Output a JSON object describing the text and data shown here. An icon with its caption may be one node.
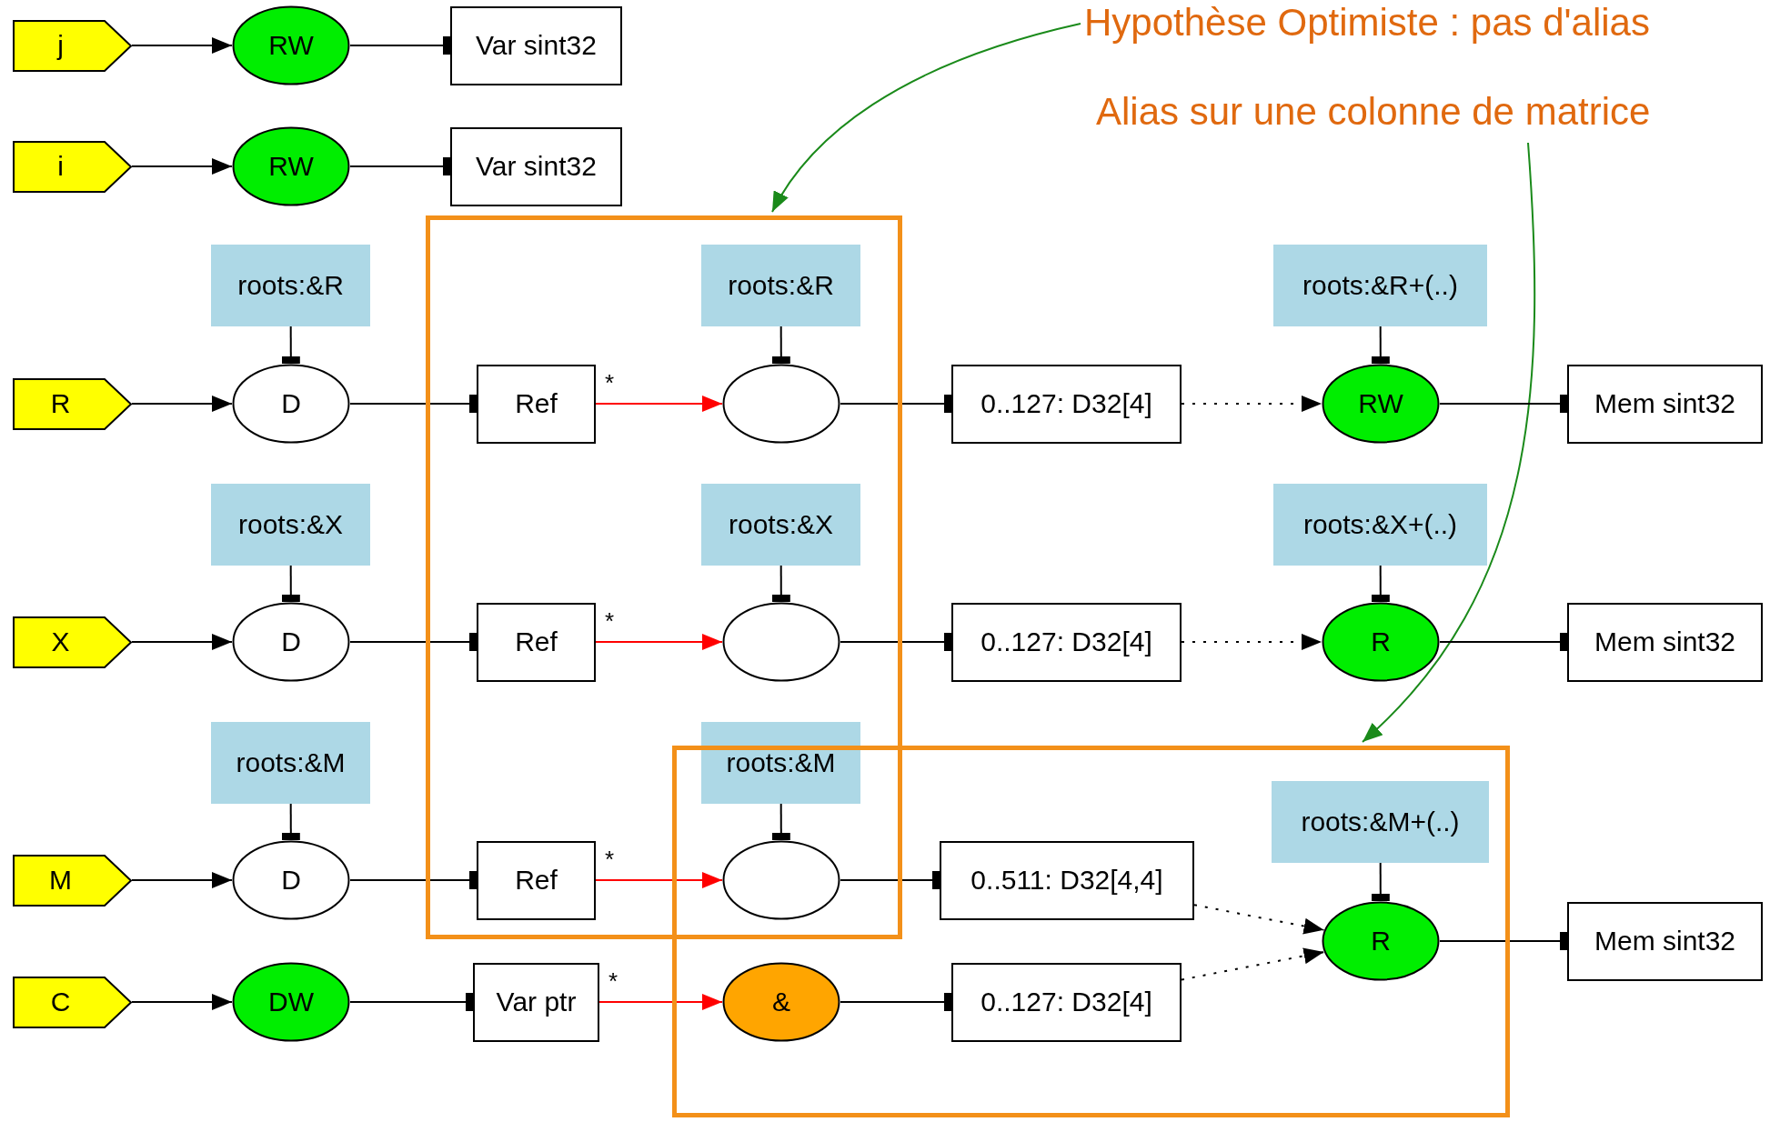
{
  "diagram": {
    "nodes": [
      {
        "text": [
          "Hypothèse Optimiste : pas d'alias"
        ]
      },
      {
        "text": [
          "Alias sur une colonne de matrice"
        ]
      },
      {
        "text": [],
        "shape": "box"
      },
      {
        "text": [],
        "shape": "box"
      },
      {
        "text": [
          "j"
        ]
      },
      {
        "text": [
          "RW"
        ]
      },
      {
        "text": [
          "Var sint32"
        ]
      },
      {
        "text": [
          "i"
        ]
      },
      {
        "text": [
          "RW"
        ]
      },
      {
        "text": [
          "Var sint32"
        ]
      },
      {
        "text": [
          "roots:&R"
        ]
      },
      {
        "text": [
          "roots:&R"
        ],
        "in": 2
      },
      {
        "text": [
          "roots:&R+(..)"
        ]
      },
      {
        "text": [
          "R"
        ]
      },
      {
        "text": [
          "D"
        ]
      },
      {
        "text": [
          "Ref"
        ],
        "in": 2
      },
      {
        "text": [],
        "shape": "ellipse",
        "in": 2
      },
      {
        "text": [
          "0..127: D32[4]"
        ]
      },
      {
        "text": [
          "RW"
        ]
      },
      {
        "text": [
          "Mem sint32"
        ]
      },
      {
        "text": [
          "roots:&X"
        ]
      },
      {
        "text": [
          "roots:&X"
        ],
        "in": 2
      },
      {
        "text": [
          "roots:&X+(..)"
        ]
      },
      {
        "text": [
          "X"
        ]
      },
      {
        "text": [
          "D"
        ]
      },
      {
        "text": [
          "Ref"
        ],
        "in": 2
      },
      {
        "text": [],
        "shape": "ellipse",
        "in": 2
      },
      {
        "text": [
          "0..127: D32[4]"
        ]
      },
      {
        "text": [
          "R"
        ]
      },
      {
        "text": [
          "Mem sint32"
        ]
      },
      {
        "text": [
          "roots:&M"
        ]
      },
      {
        "text": [
          "roots:&M"
        ],
        "in": 2
      },
      {
        "text": [
          "roots:&M+(..)"
        ],
        "in": 3
      },
      {
        "text": [
          "M"
        ]
      },
      {
        "text": [
          "D"
        ]
      },
      {
        "text": [
          "Ref"
        ],
        "in": 2
      },
      {
        "text": [],
        "shape": "ellipse"
      },
      {
        "text": [
          "0..511: D32[4,4]"
        ],
        "in": 3
      },
      {
        "text": [
          "R"
        ],
        "in": 3
      },
      {
        "text": [
          "Mem sint32"
        ]
      },
      {
        "text": [
          "C"
        ]
      },
      {
        "text": [
          "DW"
        ]
      },
      {
        "text": [
          "Var ptr"
        ]
      },
      {
        "text": [
          "&"
        ],
        "in": 3
      },
      {
        "text": [
          "0..127: D32[4]"
        ],
        "in": 3
      }
    ],
    "edges": [
      {
        "from": 0,
        "to": 2,
        "arrow": "to",
        "color": "#1a8a1a"
      },
      {
        "from": 1,
        "to": 3,
        "arrow": "to",
        "color": "#1a8a1a"
      },
      {
        "from": 4,
        "to": 5,
        "arrow": "to"
      },
      {
        "from": 5,
        "to": 6,
        "arrow": "other"
      },
      {
        "from": 7,
        "to": 8,
        "arrow": "to"
      },
      {
        "from": 8,
        "to": 9,
        "arrow": "other"
      },
      {
        "from": 10,
        "to": 14,
        "arrow": "other"
      },
      {
        "from": 11,
        "to": 16,
        "arrow": "other"
      },
      {
        "from": 12,
        "to": 18,
        "arrow": "other"
      },
      {
        "from": 13,
        "to": 14,
        "arrow": "to"
      },
      {
        "from": 14,
        "to": 15,
        "arrow": "other"
      },
      {
        "from": 15,
        "to": 16,
        "arrow": "to",
        "label": "*",
        "color": "#ff0000"
      },
      {
        "from": 16,
        "to": 17,
        "arrow": "other"
      },
      {
        "from": 17,
        "to": 18,
        "arrow": "to",
        "style": "dashed"
      },
      {
        "from": 18,
        "to": 19,
        "arrow": "other"
      },
      {
        "from": 20,
        "to": 24,
        "arrow": "other"
      },
      {
        "from": 21,
        "to": 26,
        "arrow": "other"
      },
      {
        "from": 22,
        "to": 28,
        "arrow": "other"
      },
      {
        "from": 23,
        "to": 24,
        "arrow": "to"
      },
      {
        "from": 24,
        "to": 25,
        "arrow": "other"
      },
      {
        "from": 25,
        "to": 26,
        "arrow": "to",
        "label": "*",
        "color": "#ff0000"
      },
      {
        "from": 26,
        "to": 27,
        "arrow": "other"
      },
      {
        "from": 27,
        "to": 28,
        "arrow": "to",
        "style": "dashed"
      },
      {
        "from": 28,
        "to": 29,
        "arrow": "other"
      },
      {
        "from": 30,
        "to": 34,
        "arrow": "other"
      },
      {
        "from": 31,
        "to": 36,
        "arrow": "other"
      },
      {
        "from": 32,
        "to": 38,
        "arrow": "other"
      },
      {
        "from": 33,
        "to": 34,
        "arrow": "to"
      },
      {
        "from": 34,
        "to": 35,
        "arrow": "other"
      },
      {
        "from": 35,
        "to": 36,
        "arrow": "to",
        "label": "*",
        "color": "#ff0000"
      },
      {
        "from": 36,
        "to": 37,
        "arrow": "other"
      },
      {
        "from": 37,
        "to": 38,
        "arrow": "to",
        "style": "dashed"
      },
      {
        "from": 38,
        "to": 39,
        "arrow": "other"
      },
      {
        "from": 40,
        "to": 41,
        "arrow": "to"
      },
      {
        "from": 41,
        "to": 42,
        "arrow": "other"
      },
      {
        "from": 42,
        "to": 43,
        "arrow": "to",
        "label": "*",
        "color": "#ff0000"
      },
      {
        "from": 43,
        "to": 44,
        "arrow": "other"
      },
      {
        "from": 44,
        "to": 38,
        "arrow": "to",
        "style": "dashed"
      }
    ]
  }
}
